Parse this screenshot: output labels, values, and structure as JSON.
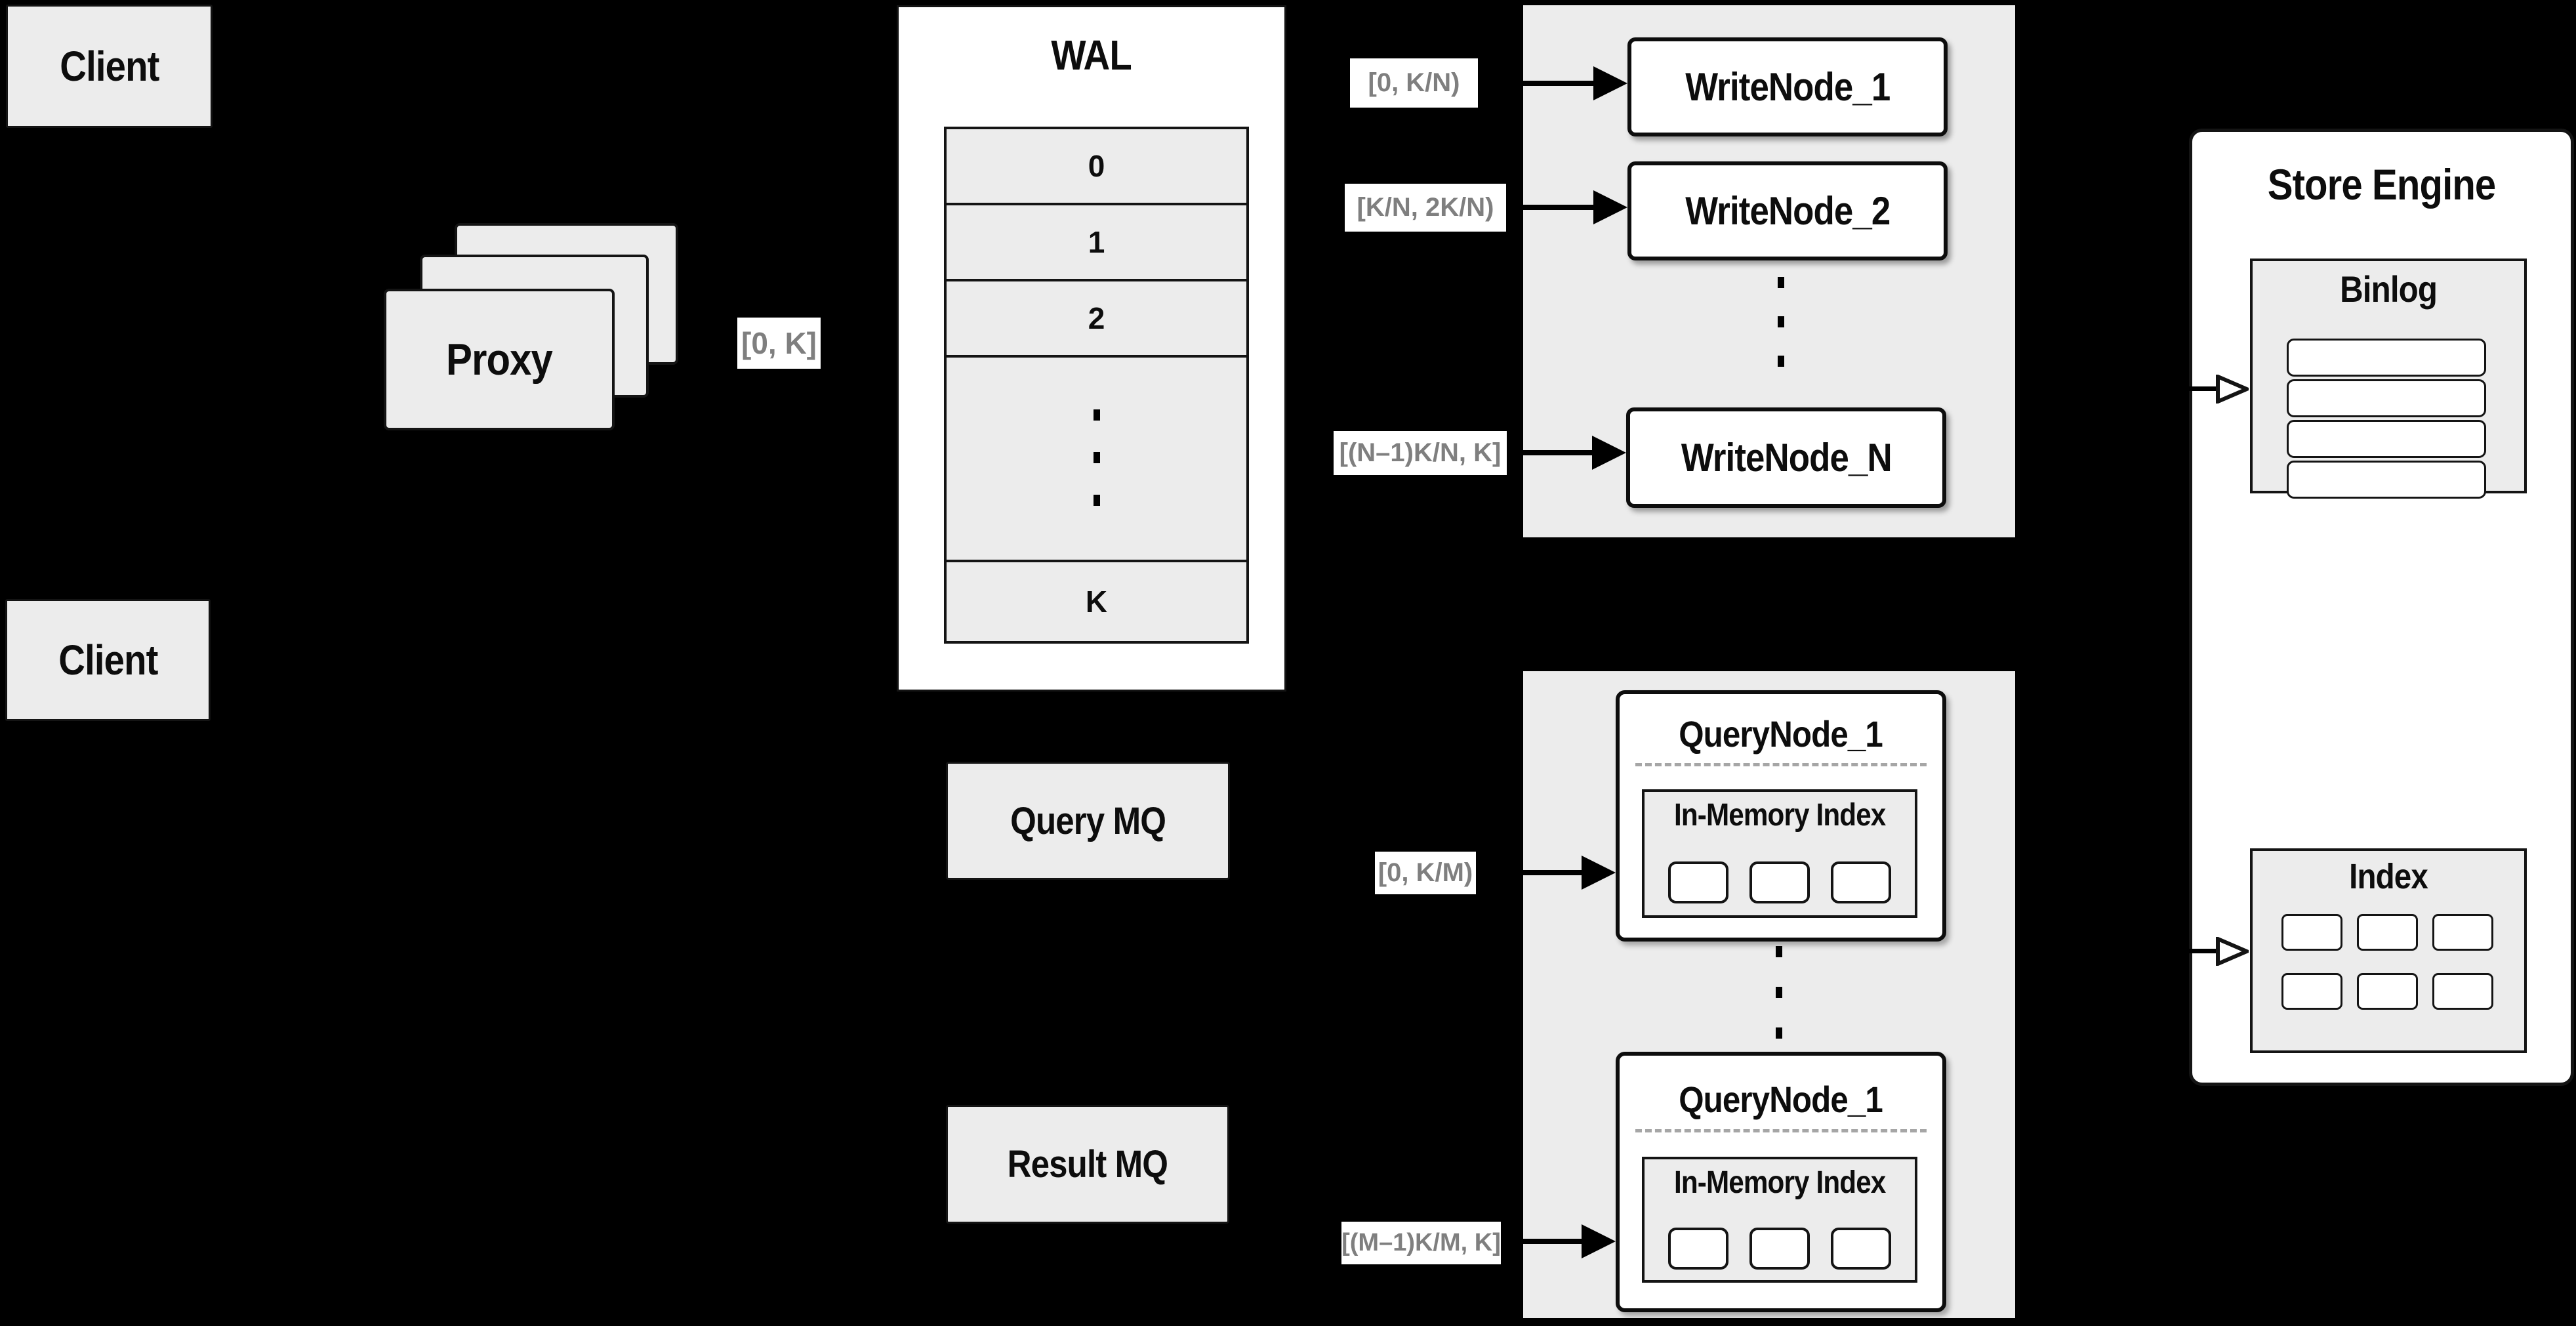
{
  "clients": {
    "top": "Client",
    "bottom": "Client"
  },
  "proxy": {
    "label": "Proxy",
    "range_out": "[0, K]"
  },
  "wal": {
    "title": "WAL",
    "rows": [
      "0",
      "1",
      "2"
    ],
    "last_row": "K"
  },
  "write_section": {
    "node1": {
      "range": "[0, K/N)",
      "label": "WriteNode_1"
    },
    "node2": {
      "range": "[K/N, 2K/N)",
      "label": "WriteNode_2"
    },
    "nodeN": {
      "range": "[(N–1)K/N, K]",
      "label": "WriteNode_N"
    }
  },
  "mq": {
    "query": "Query MQ",
    "result": "Result MQ"
  },
  "query_section": {
    "node_top": {
      "range": "[0, K/M)",
      "title": "QueryNode_1",
      "inner_title": "In-Memory Index"
    },
    "node_bottom": {
      "range": "[(M–1)K/M, K]",
      "title": "QueryNode_1",
      "inner_title": "In-Memory Index"
    }
  },
  "store_engine": {
    "title": "Store Engine",
    "binlog": "Binlog",
    "index": "Index"
  },
  "colors": {
    "background": "#000000",
    "panel_gray": "#ececec",
    "white": "#ffffff",
    "border_black": "#141414",
    "label_gray_text": "#7f7f7f"
  }
}
